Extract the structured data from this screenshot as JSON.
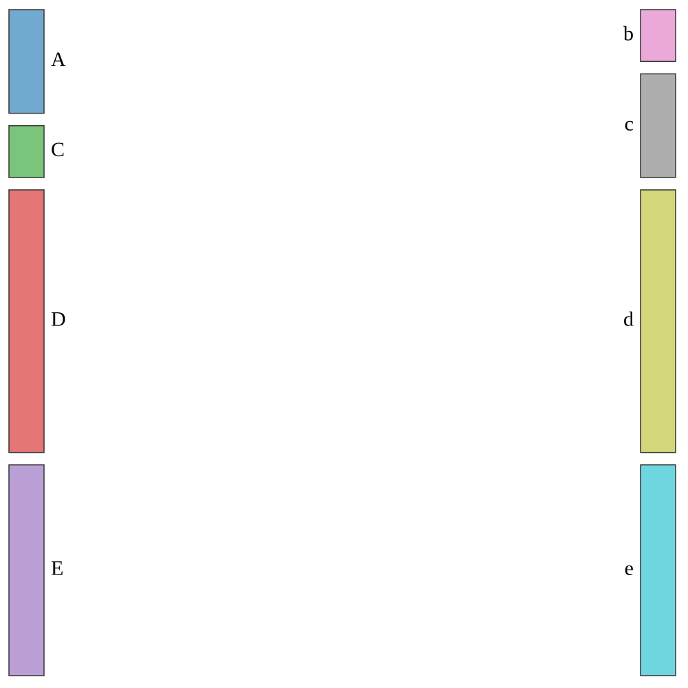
{
  "chart_data": {
    "type": "sankey",
    "nodes": [
      {
        "id": "A",
        "label": "A",
        "column": "source",
        "color": "#72a9cf"
      },
      {
        "id": "C",
        "label": "C",
        "column": "source",
        "color": "#7bc47b"
      },
      {
        "id": "D",
        "label": "D",
        "column": "source",
        "color": "#e47676"
      },
      {
        "id": "E",
        "label": "E",
        "column": "source",
        "color": "#bba0d6"
      },
      {
        "id": "b",
        "label": "b",
        "column": "target",
        "color": "#eaa9d8"
      },
      {
        "id": "c",
        "label": "c",
        "column": "target",
        "color": "#aeaeae"
      },
      {
        "id": "d",
        "label": "d",
        "column": "target",
        "color": "#d4d67a"
      },
      {
        "id": "e",
        "label": "e",
        "column": "target",
        "color": "#6fd6e0"
      }
    ],
    "links": [
      {
        "source": "A",
        "target": "c",
        "value": 15,
        "color": "#72a9cf"
      },
      {
        "source": "C",
        "target": "b",
        "value": 7.5,
        "color": "#7bc47b"
      },
      {
        "source": "D",
        "target": "d",
        "value": 38,
        "color": "#e47676"
      },
      {
        "source": "E",
        "target": "e",
        "value": 30.5,
        "color": "#bba0d6"
      }
    ],
    "link_opacity": 0.75
  }
}
